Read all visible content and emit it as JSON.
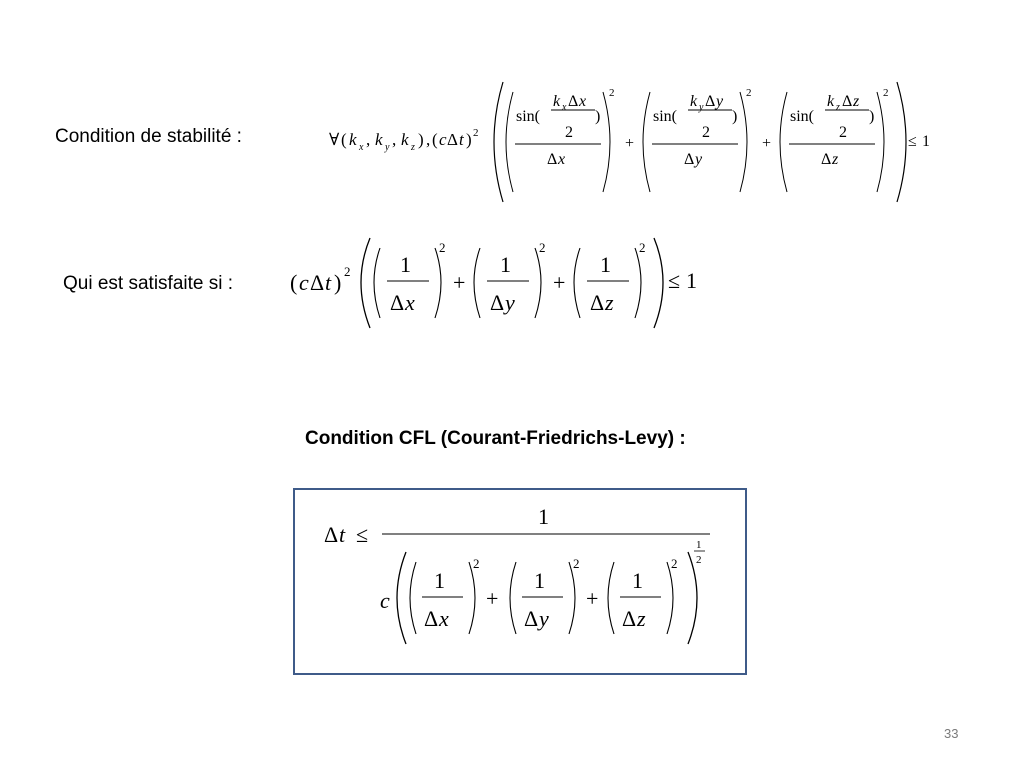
{
  "slide": {
    "stability_label": "Condition de stabilité :",
    "satisfied_label": "Qui est satisfaite si :",
    "cfl_heading": "Condition CFL (Courant-Friedrichs-Levy) :",
    "page_number": "33"
  },
  "math": {
    "forall": "∀",
    "kx": "k",
    "sub_x": "x",
    "sub_y": "y",
    "sub_z": "z",
    "c": "c",
    "delta": "Δ",
    "t": "t",
    "x": "x",
    "y": "y",
    "z": "z",
    "sin": "sin(",
    "close_paren": ")",
    "open_paren": "(",
    "comma": ",",
    "one": "1",
    "two": "2",
    "plus": "+",
    "le": "≤"
  }
}
